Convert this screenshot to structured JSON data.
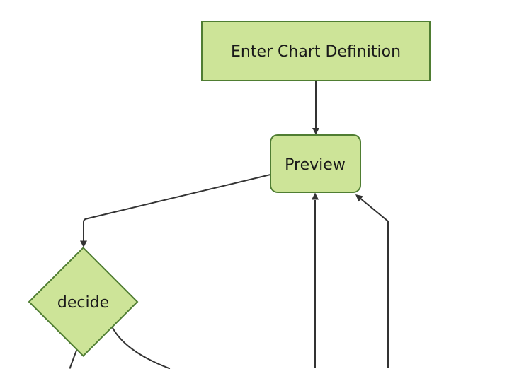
{
  "diagram": {
    "type": "flowchart",
    "orientation": "top-down",
    "background": "#ffffff",
    "nodes": [
      {
        "id": "enter-chart-definition",
        "label": "Enter Chart Definition",
        "shape": "rectangle"
      },
      {
        "id": "preview",
        "label": "Preview",
        "shape": "rounded-rectangle"
      },
      {
        "id": "decide",
        "label": "decide",
        "shape": "diamond"
      }
    ],
    "edges": [
      {
        "from": "enter-chart-definition",
        "to": "preview",
        "arrowhead": true
      },
      {
        "from": "preview",
        "to": "decide",
        "arrowhead": true
      },
      {
        "from": "offscreen-bottom-center",
        "to": "preview",
        "arrowhead": true
      },
      {
        "from": "offscreen-bottom-right",
        "to": "preview",
        "arrowhead": true
      },
      {
        "from": "decide",
        "to": "offscreen-bottom-left",
        "arrowhead": false
      },
      {
        "from": "decide",
        "to": "offscreen-bottom-right",
        "arrowhead": false
      }
    ],
    "colors": {
      "node_fill": "#cde498",
      "node_border": "#4f7d32",
      "edge": "#333333",
      "label": "#1a1a1a"
    }
  }
}
